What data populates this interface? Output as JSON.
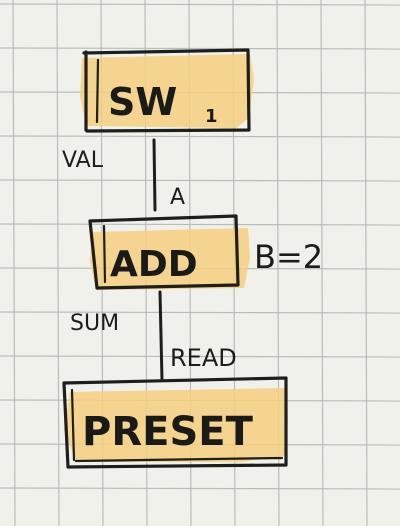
{
  "diagram": {
    "highlight_color": "#f4cf7e",
    "ink_color": "#1e1e1c",
    "paper_color": "#f1f1ec",
    "grid_color": "#b9bdb9",
    "nodes": [
      {
        "id": "sw",
        "label": "SW",
        "subscript": "1"
      },
      {
        "id": "add",
        "label": "ADD",
        "param": "B=2"
      },
      {
        "id": "preset",
        "label": "PRESET"
      }
    ],
    "edges": [
      {
        "from": "sw",
        "to": "add",
        "out_port": "VAL",
        "in_port": "A"
      },
      {
        "from": "add",
        "to": "preset",
        "out_port": "SUM",
        "in_port": "READ"
      }
    ]
  }
}
